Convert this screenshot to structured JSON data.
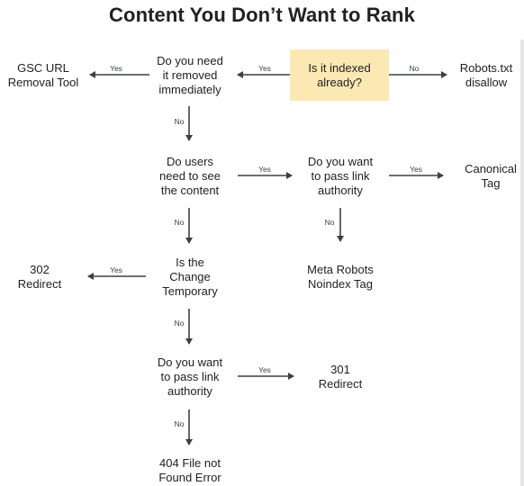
{
  "title": "Content You Don’t Want to Rank",
  "nodes": {
    "is_indexed": "Is it indexed\nalready?",
    "removed_immediately": "Do you need\nit removed\nimmediately",
    "gsc_removal": "GSC URL\nRemoval Tool",
    "robots_disallow": "Robots.txt\ndisallow",
    "users_see": "Do users\nneed to see\nthe content",
    "pass_link_1": "Do you want\nto pass link\nauthority",
    "canonical": "Canonical\nTag",
    "meta_noindex": "Meta Robots\nNoindex Tag",
    "change_temporary": "Is the\nChange\nTemporary",
    "redirect_302": "302\nRedirect",
    "pass_link_2": "Do you want\nto pass link\nauthority",
    "redirect_301": "301\nRedirect",
    "error_404": "404 File not\nFound Error"
  },
  "edges": {
    "yes": "Yes",
    "no": "No"
  }
}
